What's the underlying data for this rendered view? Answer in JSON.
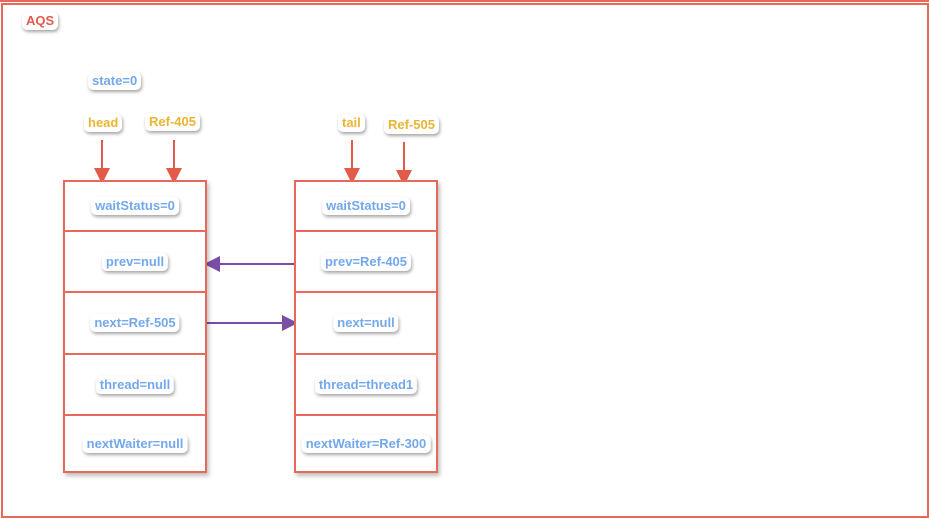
{
  "title": "AQS",
  "state_label": "state=0",
  "head": {
    "pointer": "head",
    "ref": "Ref-405"
  },
  "tail": {
    "pointer": "tail",
    "ref": "Ref-505"
  },
  "nodes": [
    {
      "fields": [
        "waitStatus=0",
        "prev=null",
        "next=Ref-505",
        "thread=null",
        "nextWaiter=null"
      ]
    },
    {
      "fields": [
        "waitStatus=0",
        "prev=Ref-405",
        "next=null",
        "thread=thread1",
        "nextWaiter=Ref-300"
      ]
    }
  ],
  "colors": {
    "border": "#e8695a",
    "field_text": "#74a8ee",
    "pointer_text": "#e9b533",
    "arrow_link": "#7a4ea6",
    "arrow_pointer": "#e25b49"
  }
}
